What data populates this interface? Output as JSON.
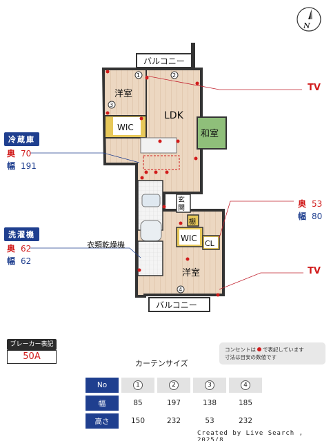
{
  "compass": {
    "north_label": "N"
  },
  "plan": {
    "rooms": {
      "balcony_top": "バルコニー",
      "western_top": "洋室",
      "wic_top": "WIC",
      "ldk": "LDK",
      "japanese": "和室",
      "entrance": "玄関",
      "shelf": "棚",
      "wic_bottom": "WIC",
      "cl": "CL",
      "western_bottom": "洋室",
      "balcony_bottom": "バルコニー"
    },
    "window_numbers": [
      "1",
      "2",
      "3",
      "4"
    ],
    "dryer_label": "衣類乾燥機"
  },
  "fridge": {
    "title": "冷蔵庫",
    "depth_key": "奥",
    "depth_val": "70",
    "width_key": "幅",
    "width_val": "191"
  },
  "washer": {
    "title": "洗濯機",
    "depth_key": "奥",
    "depth_val": "62",
    "width_key": "幅",
    "width_val": "62"
  },
  "closet": {
    "depth_key": "奥",
    "depth_val": "53",
    "width_key": "幅",
    "width_val": "80"
  },
  "tv_labels": [
    "TV",
    "TV"
  ],
  "breaker": {
    "title": "ブレーカー表記",
    "value": "50A"
  },
  "note": {
    "line1_a": "コンセントは",
    "line1_b": "で表記しています",
    "line2": "寸法は目安の数値です"
  },
  "curtain": {
    "title": "カーテンサイズ",
    "header": "No",
    "numbers": [
      "1",
      "2",
      "3",
      "4"
    ],
    "rows": [
      {
        "label": "幅",
        "values": [
          "85",
          "197",
          "138",
          "185"
        ]
      },
      {
        "label": "高さ",
        "values": [
          "150",
          "232",
          "53",
          "232"
        ]
      }
    ]
  },
  "footer": "Created by Live Search , 2025/8",
  "colors": {
    "accent_blue": "#1f3f8f",
    "accent_red": "#d11b1b",
    "floor": "#ead4bd",
    "tatami": "#8fbf7a"
  }
}
